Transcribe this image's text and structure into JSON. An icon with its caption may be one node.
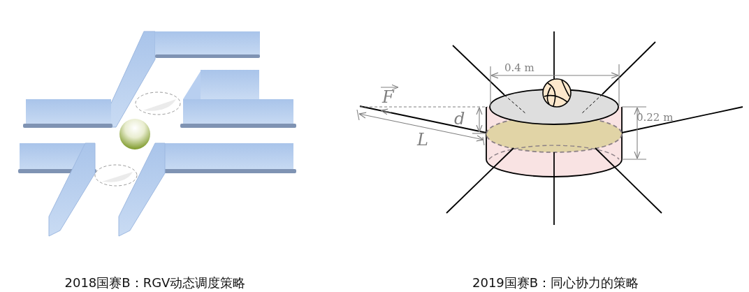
{
  "diagram": {
    "labels": [
      "0.4 m",
      "F",
      "d",
      "0.22 m",
      "L",
      "2018国赛B：RGV动态调度策略",
      "2019国赛B：同心协力的策略"
    ]
  }
}
